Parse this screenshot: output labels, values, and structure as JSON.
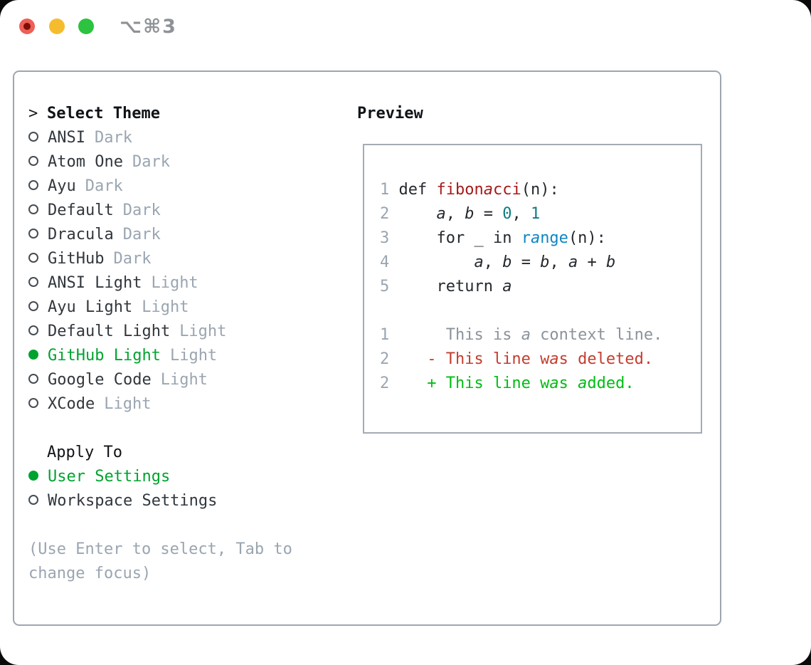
{
  "titlebar": {
    "title": "⌥⌘3",
    "buttons": [
      {
        "name": "close"
      },
      {
        "name": "minimize"
      },
      {
        "name": "zoom"
      }
    ]
  },
  "theme_panel": {
    "header": {
      "prompt": ">",
      "label": "Select Theme"
    },
    "items": [
      {
        "name": "ANSI",
        "variant": "Dark",
        "selected": false
      },
      {
        "name": "Atom One",
        "variant": "Dark",
        "selected": false
      },
      {
        "name": "Ayu",
        "variant": "Dark",
        "selected": false
      },
      {
        "name": "Default",
        "variant": "Dark",
        "selected": false
      },
      {
        "name": "Dracula",
        "variant": "Dark",
        "selected": false
      },
      {
        "name": "GitHub",
        "variant": "Dark",
        "selected": false
      },
      {
        "name": "ANSI Light",
        "variant": "Light",
        "selected": false
      },
      {
        "name": "Ayu Light",
        "variant": "Light",
        "selected": false
      },
      {
        "name": "Default Light",
        "variant": "Light",
        "selected": false
      },
      {
        "name": "GitHub Light",
        "variant": "Light",
        "selected": true
      },
      {
        "name": "Google Code",
        "variant": "Light",
        "selected": false
      },
      {
        "name": "XCode",
        "variant": "Light",
        "selected": false
      }
    ],
    "apply_to": {
      "label": "Apply To",
      "options": [
        {
          "name": "User Settings",
          "selected": true
        },
        {
          "name": "Workspace Settings",
          "selected": false
        }
      ]
    },
    "hint_lines": [
      "(Use Enter to select, Tab to",
      "change focus)"
    ]
  },
  "preview": {
    "title": "Preview",
    "lines": [
      {
        "ln": "1",
        "tokens": [
          {
            "t": " def ",
            "c": ""
          },
          {
            "t": "fibonacci",
            "c": "fn"
          },
          {
            "t": "(n):",
            "c": ""
          }
        ]
      },
      {
        "ln": "2",
        "tokens": [
          {
            "t": "     ",
            "c": ""
          },
          {
            "t": "a",
            "c": "var"
          },
          {
            "t": ", ",
            "c": ""
          },
          {
            "t": "b",
            "c": "var"
          },
          {
            "t": " = ",
            "c": ""
          },
          {
            "t": "0",
            "c": "num"
          },
          {
            "t": ", ",
            "c": ""
          },
          {
            "t": "1",
            "c": "num"
          }
        ]
      },
      {
        "ln": "3",
        "tokens": [
          {
            "t": "     for _ in ",
            "c": ""
          },
          {
            "t": "range",
            "c": "call"
          },
          {
            "t": "(n):",
            "c": ""
          }
        ]
      },
      {
        "ln": "4",
        "tokens": [
          {
            "t": "         ",
            "c": ""
          },
          {
            "t": "a",
            "c": "var"
          },
          {
            "t": ", ",
            "c": ""
          },
          {
            "t": "b",
            "c": "var"
          },
          {
            "t": " = ",
            "c": ""
          },
          {
            "t": "b",
            "c": "var"
          },
          {
            "t": ", ",
            "c": ""
          },
          {
            "t": "a",
            "c": "var"
          },
          {
            "t": " + ",
            "c": ""
          },
          {
            "t": "b",
            "c": "var"
          }
        ]
      },
      {
        "ln": "5",
        "tokens": [
          {
            "t": "     return ",
            "c": ""
          },
          {
            "t": "a",
            "c": "var"
          }
        ]
      },
      {
        "ln": "",
        "tokens": []
      },
      {
        "ln": "1",
        "tokens": [
          {
            "t": "      This is a context line.",
            "c": "ctx"
          }
        ]
      },
      {
        "ln": "2",
        "tokens": [
          {
            "t": "    - This line was deleted.",
            "c": "del"
          }
        ]
      },
      {
        "ln": "2",
        "tokens": [
          {
            "t": "    + This line was added.",
            "c": "add"
          }
        ]
      }
    ]
  },
  "colors": {
    "selection_green": "#00a330",
    "added_green": "#00bd13",
    "deleted_red": "#c33d2e",
    "function_red": "#a61b1b",
    "number_teal": "#0d7d7e",
    "call_blue": "#0e85c4",
    "muted_gray": "#9aa5b1",
    "context_gray": "#8b939b",
    "text_dark": "#24292e",
    "border_gray": "#9da6b0",
    "traffic_red": "#ee5f57",
    "traffic_yellow": "#f5bd2e",
    "traffic_green": "#2bc33f"
  }
}
